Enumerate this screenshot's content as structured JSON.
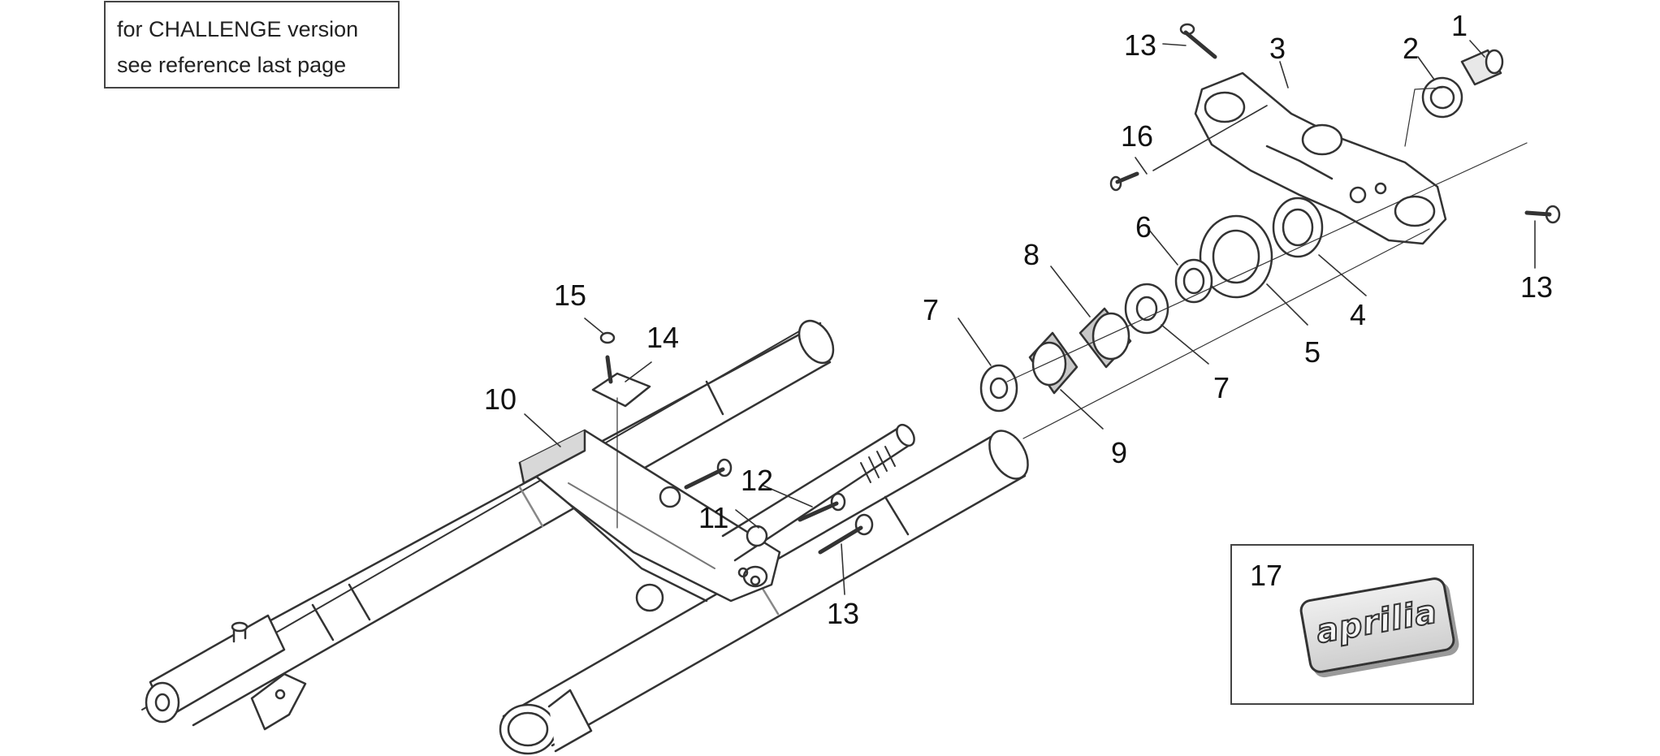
{
  "note": {
    "line1": "for CHALLENGE version",
    "line2": "see reference last page"
  },
  "callouts": [
    "1",
    "2",
    "3",
    "13",
    "16",
    "6",
    "4",
    "13",
    "8",
    "5",
    "15",
    "14",
    "7",
    "7",
    "10",
    "9",
    "12",
    "11",
    "13"
  ],
  "inset": {
    "number": "17",
    "badge_text": "aprilia"
  },
  "colors": {
    "line": "#333333",
    "shade": "#c8c8c8",
    "light": "#e8e8e8"
  }
}
